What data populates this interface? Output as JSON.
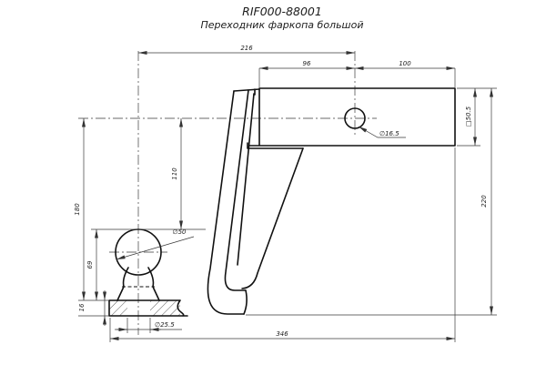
{
  "title": {
    "part_number": "RIF000-88001",
    "part_name": "Переходник фаркопа большой"
  },
  "drawing": {
    "type": "technical-drawing",
    "view": "side section view of tow bar ball-mount adapter",
    "colors": {
      "line": "#111111",
      "thin_line": "#3a3a3a",
      "background": "#ffffff"
    }
  },
  "dimensions": {
    "ball_center_to_hole": "216",
    "tube_end_to_hole": "96",
    "hole_to_tube_right": "100",
    "pin_hole_dia": "∅16.5",
    "tube_square": "□50.5",
    "overall_height": "220",
    "drop_height": "180",
    "center_to_ball_top": "110",
    "ball_dia": "∅50",
    "ball_stack_height": "69",
    "plate_thickness": "16",
    "stud_hole_dia": "∅25.5",
    "overall_length": "346"
  }
}
